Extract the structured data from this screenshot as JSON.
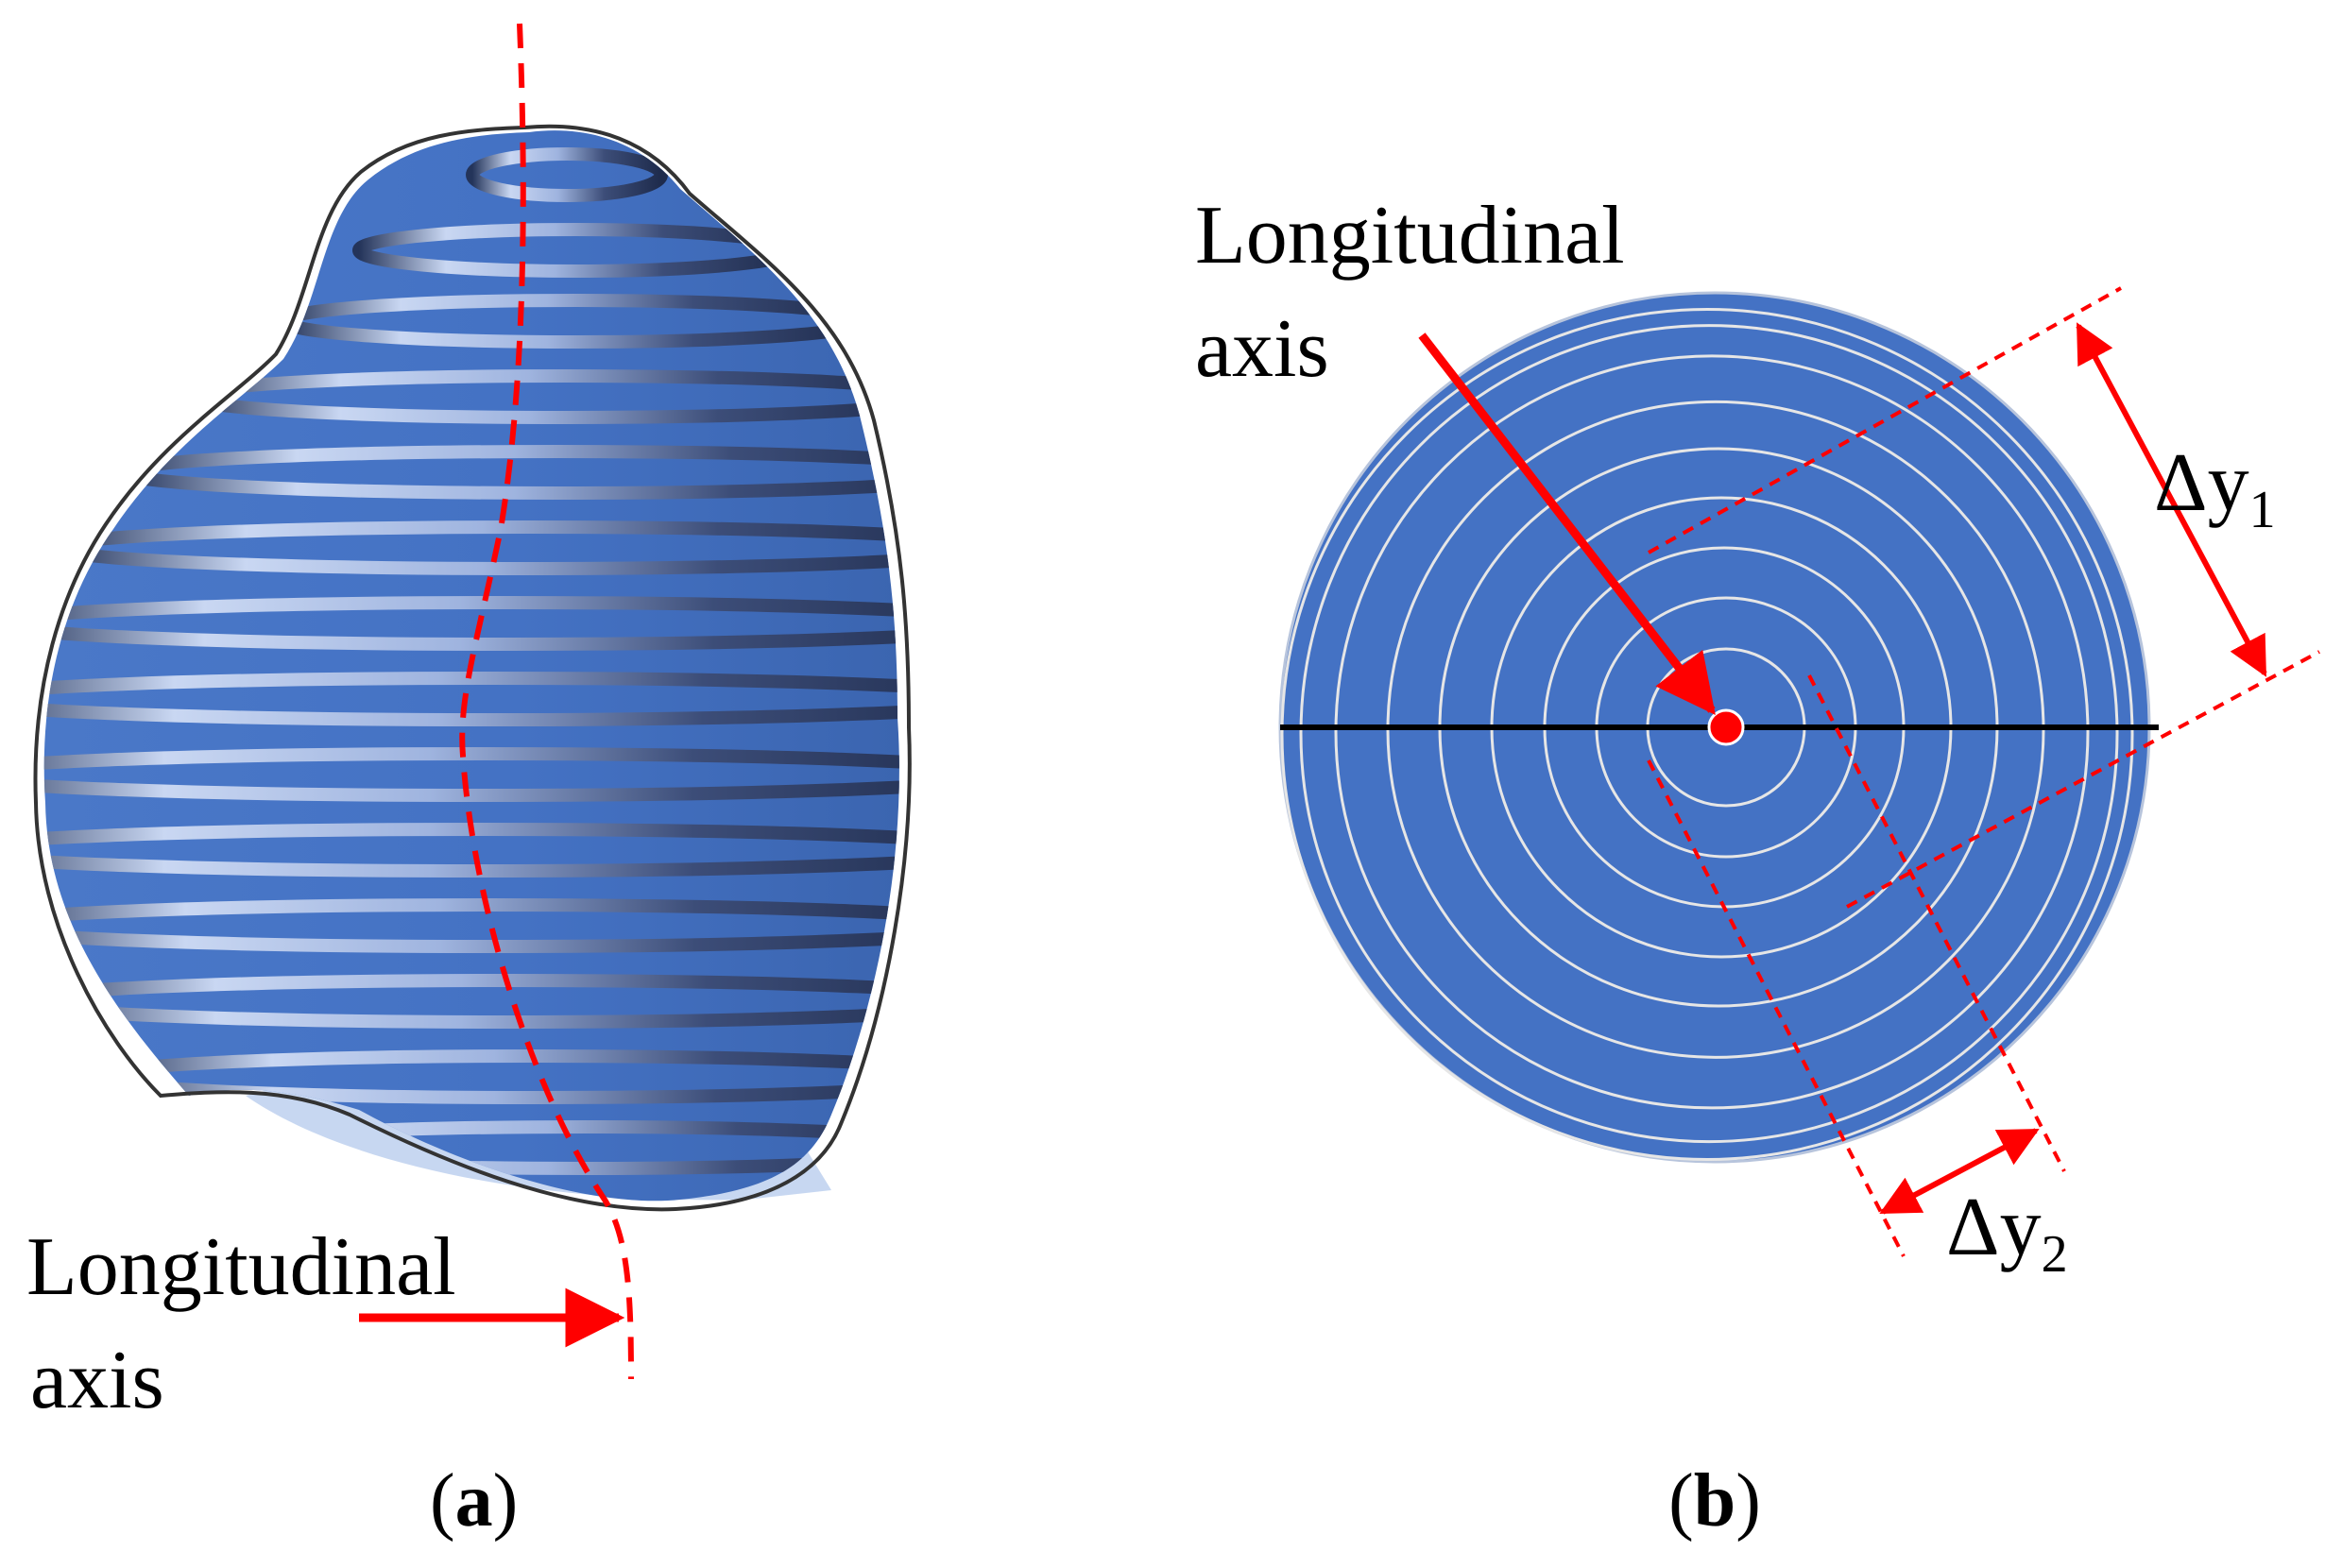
{
  "panel_a": {
    "label_prefix": "(",
    "label_letter": "a",
    "label_suffix": ")",
    "axis_label_line1": "Longitudinal",
    "axis_label_line2": "axis"
  },
  "panel_b": {
    "label_prefix": "(",
    "label_letter": "b",
    "label_suffix": ")",
    "axis_label_line1": "Longitudinal",
    "axis_label_line2": "axis",
    "delta1": {
      "symbol": "Δy",
      "subscript": "1"
    },
    "delta2": {
      "symbol": "Δy",
      "subscript": "2"
    }
  },
  "colors": {
    "body_blue": "#4472C4",
    "ring_highlight": "#a9c0ea",
    "ring_shadow": "#24345a",
    "outline": "#333333",
    "annotation_red": "#ff0000",
    "axis_black": "#000000",
    "ring_white": "#e6e6e6"
  }
}
